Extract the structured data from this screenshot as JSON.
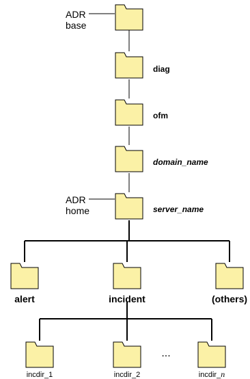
{
  "annotations": {
    "adr_base_line1": "ADR",
    "adr_base_line2": "base",
    "adr_home_line1": "ADR",
    "adr_home_line2": "home"
  },
  "folders": {
    "diag": "diag",
    "ofm": "ofm",
    "domain_name": "domain_name",
    "server_name": "server_name",
    "alert": "alert",
    "incident": "incident",
    "others": "(others)",
    "incdir_1": "incdir_1",
    "incdir_2": "incdir_2",
    "incdir_n_prefix": "incdir_",
    "incdir_n_suffix": "n",
    "ellipsis": "..."
  }
}
